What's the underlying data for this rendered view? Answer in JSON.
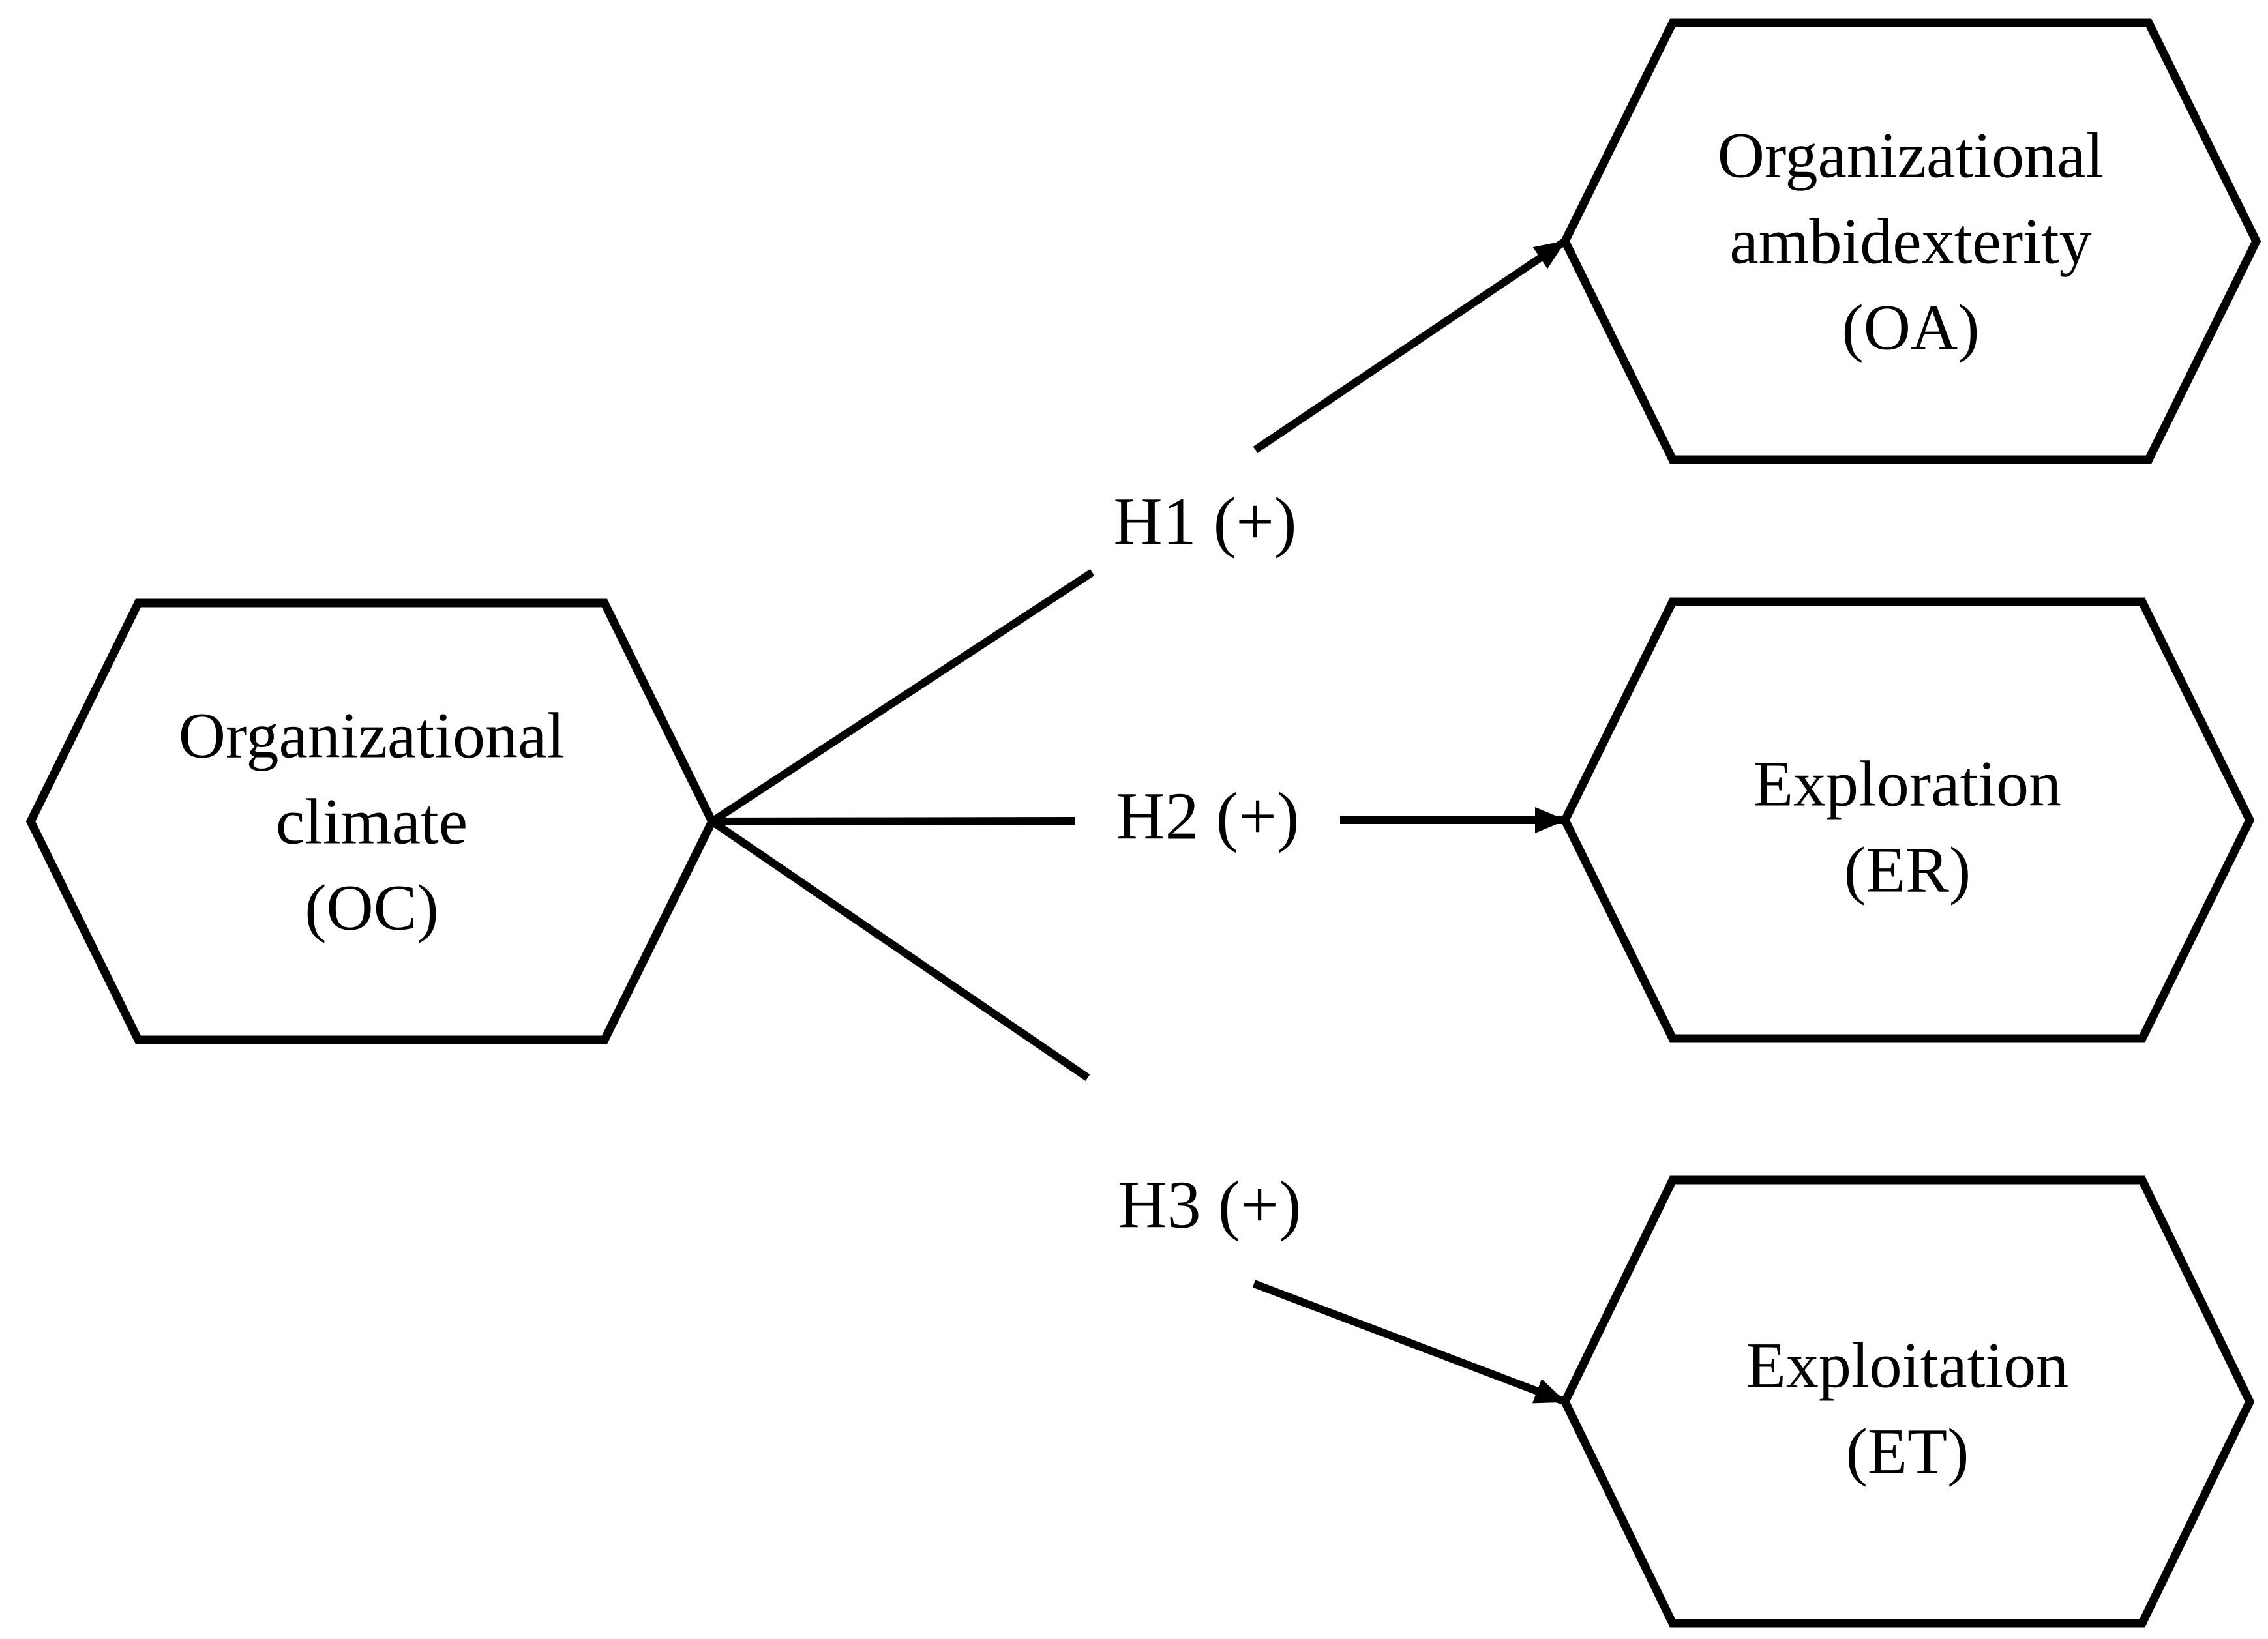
{
  "diagram": {
    "colors": {
      "stroke": "#000000",
      "node_fill": "#ffffff",
      "background": "#ffffff"
    },
    "node_shape": "hexagon",
    "nodes": {
      "oc": {
        "lines": [
          "Organizational",
          "climate",
          "(OC)"
        ]
      },
      "oa": {
        "lines": [
          "Organizational",
          "ambidexterity",
          "(OA)"
        ]
      },
      "er": {
        "lines": [
          "Exploration",
          "(ER)"
        ]
      },
      "et": {
        "lines": [
          "Exploitation",
          "(ET)"
        ]
      }
    },
    "edges": [
      {
        "label": "H1 (+)",
        "from": "oc",
        "to": "oa",
        "sign": "+"
      },
      {
        "label": "H2 (+)",
        "from": "oc",
        "to": "er",
        "sign": "+"
      },
      {
        "label": "H3 (+)",
        "from": "oc",
        "to": "et",
        "sign": "+"
      }
    ]
  }
}
